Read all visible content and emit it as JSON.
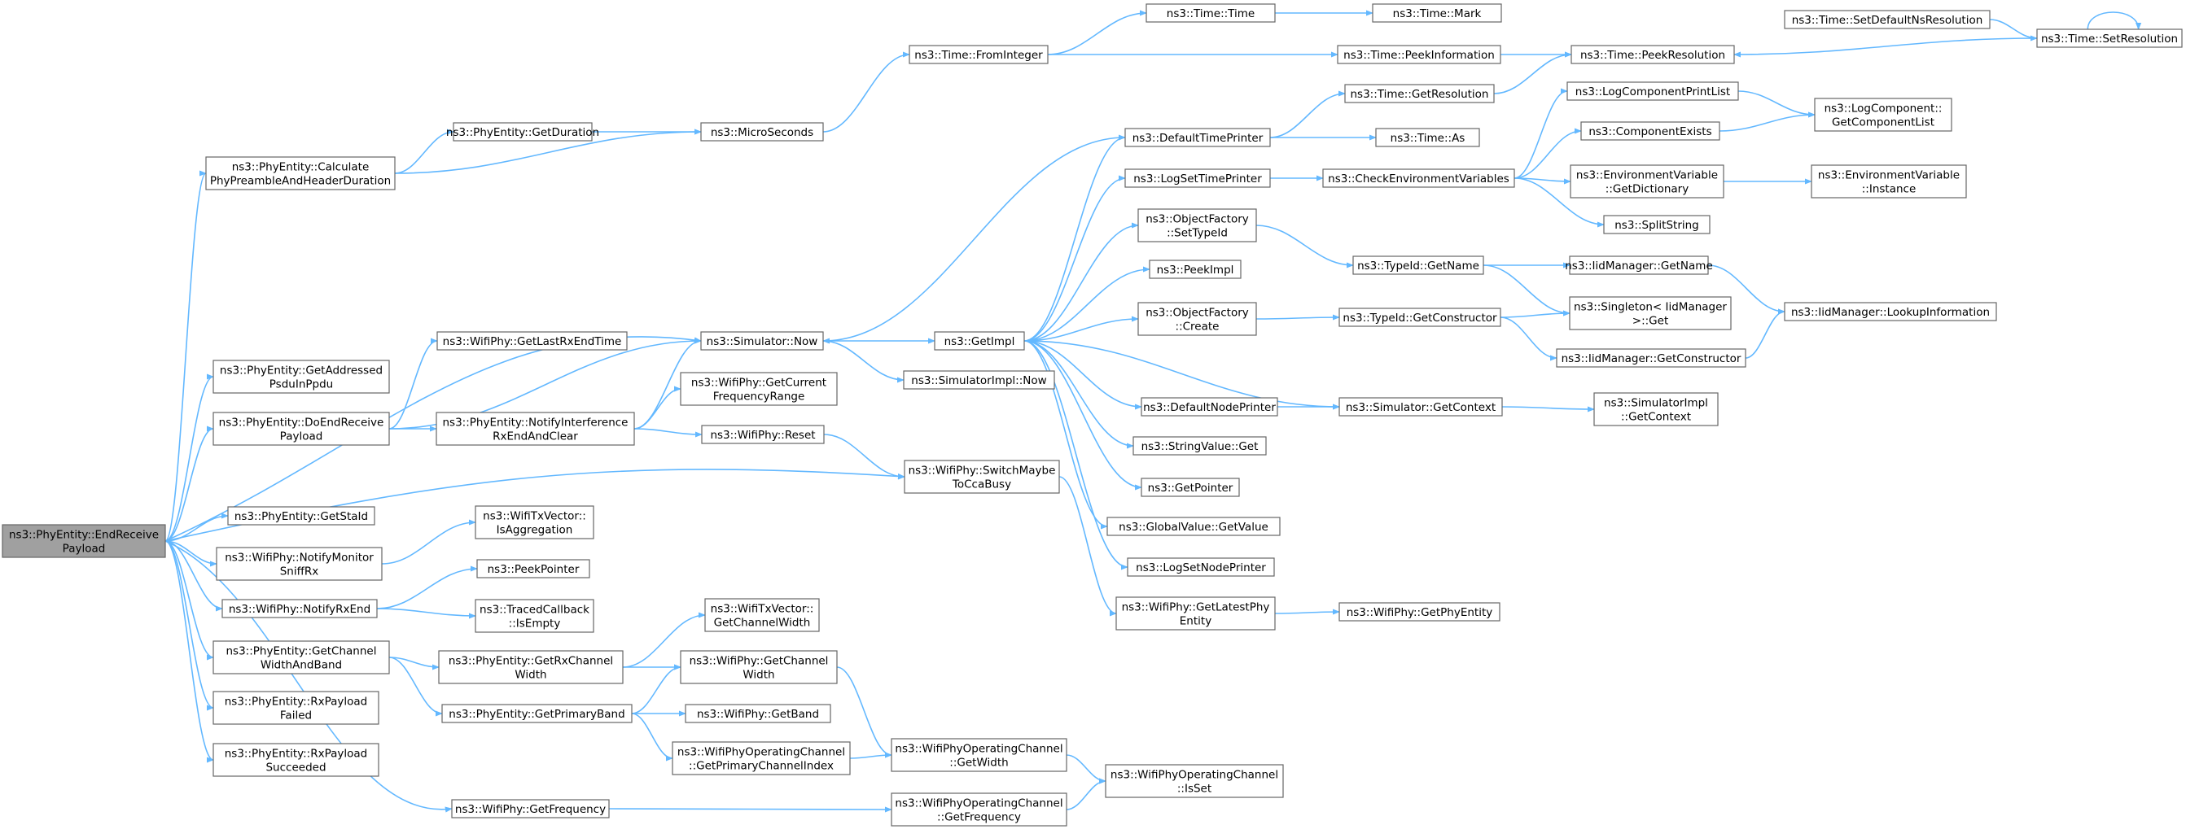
{
  "colors": {
    "edge": "#63b8ff",
    "node_fill": "#ffffff",
    "node_border": "#666666",
    "root_fill": "#a0a0a0"
  },
  "nodes": [
    {
      "id": "root",
      "lines": [
        "ns3::PhyEntity::EndReceive",
        "Payload"
      ],
      "root": true
    },
    {
      "id": "calc",
      "lines": [
        "ns3::PhyEntity::Calculate",
        "PhyPreambleAndHeaderDuration"
      ]
    },
    {
      "id": "getduration",
      "lines": [
        "ns3::PhyEntity::GetDuration"
      ]
    },
    {
      "id": "microseconds",
      "lines": [
        "ns3::MicroSeconds"
      ]
    },
    {
      "id": "frominteger",
      "lines": [
        "ns3::Time::FromInteger"
      ]
    },
    {
      "id": "timetime",
      "lines": [
        "ns3::Time::Time"
      ]
    },
    {
      "id": "timemark",
      "lines": [
        "ns3::Time::Mark"
      ]
    },
    {
      "id": "peekinfo",
      "lines": [
        "ns3::Time::PeekInformation"
      ]
    },
    {
      "id": "peekres",
      "lines": [
        "ns3::Time::PeekResolution"
      ]
    },
    {
      "id": "setdefaultns",
      "lines": [
        "ns3::Time::SetDefaultNsResolution"
      ]
    },
    {
      "id": "setres",
      "lines": [
        "ns3::Time::SetResolution"
      ]
    },
    {
      "id": "getres",
      "lines": [
        "ns3::Time::GetResolution"
      ]
    },
    {
      "id": "defaulttimeprinter",
      "lines": [
        "ns3::DefaultTimePrinter"
      ]
    },
    {
      "id": "timeas",
      "lines": [
        "ns3::Time::As"
      ]
    },
    {
      "id": "logcompprint",
      "lines": [
        "ns3::LogComponentPrintList"
      ]
    },
    {
      "id": "logcompget",
      "lines": [
        "ns3::LogComponent::",
        "GetComponentList"
      ]
    },
    {
      "id": "compexists",
      "lines": [
        "ns3::ComponentExists"
      ]
    },
    {
      "id": "logsettime",
      "lines": [
        "ns3::LogSetTimePrinter"
      ]
    },
    {
      "id": "checkenv",
      "lines": [
        "ns3::CheckEnvironmentVariables"
      ]
    },
    {
      "id": "envgetdict",
      "lines": [
        "ns3::EnvironmentVariable",
        "::GetDictionary"
      ]
    },
    {
      "id": "envinst",
      "lines": [
        "ns3::EnvironmentVariable",
        "::Instance"
      ]
    },
    {
      "id": "splitstring",
      "lines": [
        "ns3::SplitString"
      ]
    },
    {
      "id": "objfactsettype",
      "lines": [
        "ns3::ObjectFactory",
        "::SetTypeId"
      ]
    },
    {
      "id": "typeidgetname",
      "lines": [
        "ns3::TypeId::GetName"
      ]
    },
    {
      "id": "iidgetname",
      "lines": [
        "ns3::IidManager::GetName"
      ]
    },
    {
      "id": "singleton",
      "lines": [
        "ns3::Singleton< IidManager",
        ">::Get"
      ]
    },
    {
      "id": "iidlookup",
      "lines": [
        "ns3::IidManager::LookupInformation"
      ]
    },
    {
      "id": "peekimpl",
      "lines": [
        "ns3::PeekImpl"
      ]
    },
    {
      "id": "objfactcreate",
      "lines": [
        "ns3::ObjectFactory",
        "::Create"
      ]
    },
    {
      "id": "typeidgetctor",
      "lines": [
        "ns3::TypeId::GetConstructor"
      ]
    },
    {
      "id": "iidgetctor",
      "lines": [
        "ns3::IidManager::GetConstructor"
      ]
    },
    {
      "id": "getaddressed",
      "lines": [
        "ns3::PhyEntity::GetAddressed",
        "PsduInPpdu"
      ]
    },
    {
      "id": "getlastrx",
      "lines": [
        "ns3::WifiPhy::GetLastRxEndTime"
      ]
    },
    {
      "id": "simnow",
      "lines": [
        "ns3::Simulator::Now"
      ]
    },
    {
      "id": "getimpl",
      "lines": [
        "ns3::GetImpl"
      ]
    },
    {
      "id": "simimplnow",
      "lines": [
        "ns3::SimulatorImpl::Now"
      ]
    },
    {
      "id": "doendreceive",
      "lines": [
        "ns3::PhyEntity::DoEndReceive",
        "Payload"
      ]
    },
    {
      "id": "notifyinterf",
      "lines": [
        "ns3::PhyEntity::NotifyInterference",
        "RxEndAndClear"
      ]
    },
    {
      "id": "getcurrentfreq",
      "lines": [
        "ns3::WifiPhy::GetCurrent",
        "FrequencyRange"
      ]
    },
    {
      "id": "wifireset",
      "lines": [
        "ns3::WifiPhy::Reset"
      ]
    },
    {
      "id": "switchmaybe",
      "lines": [
        "ns3::WifiPhy::SwitchMaybe",
        "ToCcaBusy"
      ]
    },
    {
      "id": "defaultnodeprinter",
      "lines": [
        "ns3::DefaultNodePrinter"
      ]
    },
    {
      "id": "simgetcontext",
      "lines": [
        "ns3::Simulator::GetContext"
      ]
    },
    {
      "id": "simimplgetcontext",
      "lines": [
        "ns3::SimulatorImpl",
        "::GetContext"
      ]
    },
    {
      "id": "stringvalueget",
      "lines": [
        "ns3::StringValue::Get"
      ]
    },
    {
      "id": "getpointer",
      "lines": [
        "ns3::GetPointer"
      ]
    },
    {
      "id": "globalvalue",
      "lines": [
        "ns3::GlobalValue::GetValue"
      ]
    },
    {
      "id": "logsetnode",
      "lines": [
        "ns3::LogSetNodePrinter"
      ]
    },
    {
      "id": "getlatestphy",
      "lines": [
        "ns3::WifiPhy::GetLatestPhy",
        "Entity"
      ]
    },
    {
      "id": "getphyentity",
      "lines": [
        "ns3::WifiPhy::GetPhyEntity"
      ]
    },
    {
      "id": "getstaid",
      "lines": [
        "ns3::PhyEntity::GetStaId"
      ]
    },
    {
      "id": "notifymonitor",
      "lines": [
        "ns3::WifiPhy::NotifyMonitor",
        "SniffRx"
      ]
    },
    {
      "id": "isaggregation",
      "lines": [
        "ns3::WifiTxVector::",
        "IsAggregation"
      ]
    },
    {
      "id": "notifyrxend",
      "lines": [
        "ns3::WifiPhy::NotifyRxEnd"
      ]
    },
    {
      "id": "peekpointer",
      "lines": [
        "ns3::PeekPointer"
      ]
    },
    {
      "id": "tracedcb",
      "lines": [
        "ns3::TracedCallback",
        "::IsEmpty"
      ]
    },
    {
      "id": "getchannelwidthband",
      "lines": [
        "ns3::PhyEntity::GetChannel",
        "WidthAndBand"
      ]
    },
    {
      "id": "getrxchannel",
      "lines": [
        "ns3::PhyEntity::GetRxChannel",
        "Width"
      ]
    },
    {
      "id": "txvecgetcw",
      "lines": [
        "ns3::WifiTxVector::",
        "GetChannelWidth"
      ]
    },
    {
      "id": "wifigetcw",
      "lines": [
        "ns3::WifiPhy::GetChannel",
        "Width"
      ]
    },
    {
      "id": "getprimaryband",
      "lines": [
        "ns3::PhyEntity::GetPrimaryBand"
      ]
    },
    {
      "id": "wifigetband",
      "lines": [
        "ns3::WifiPhy::GetBand"
      ]
    },
    {
      "id": "opchangetwidth",
      "lines": [
        "ns3::WifiPhyOperatingChannel",
        "::GetWidth"
      ]
    },
    {
      "id": "opchangetprimary",
      "lines": [
        "ns3::WifiPhyOperatingChannel",
        "::GetPrimaryChannelIndex"
      ]
    },
    {
      "id": "opchanisset",
      "lines": [
        "ns3::WifiPhyOperatingChannel",
        "::IsSet"
      ]
    },
    {
      "id": "rxpayloadfailed",
      "lines": [
        "ns3::PhyEntity::RxPayload",
        "Failed"
      ]
    },
    {
      "id": "rxpayloadsucceeded",
      "lines": [
        "ns3::PhyEntity::RxPayload",
        "Succeeded"
      ]
    },
    {
      "id": "wifigetfreq",
      "lines": [
        "ns3::WifiPhy::GetFrequency"
      ]
    },
    {
      "id": "opchangetfreq",
      "lines": [
        "ns3::WifiPhyOperatingChannel",
        "::GetFrequency"
      ]
    }
  ]
}
